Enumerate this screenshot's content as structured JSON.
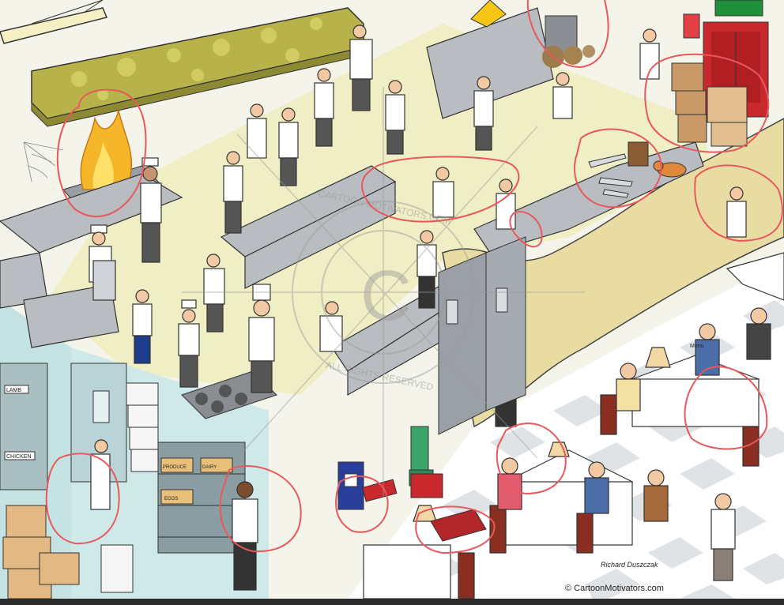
{
  "signs": {
    "wet_floor": "",
    "fire_exit": "",
    "lamb_label": "LAMB",
    "chicken_label": "CHICKEN",
    "fridge_label_1": "PRODUCE",
    "fridge_label_2": "DAIRY",
    "fridge_label_3": "EGGS",
    "menu_label": "Menu"
  },
  "watermark": {
    "ring_text_top": "CARTOON MOTIVATORS.COM",
    "ring_text_bottom": "ALL RIGHTS RESERVED",
    "center_letter": "C"
  },
  "credits": {
    "signature": "Richard Duszczak",
    "copyright": "© CartoonMotivators.com"
  },
  "colors": {
    "floor_kitchen": "#efeec4",
    "floor_dining_a": "#ffffff",
    "floor_dining_b": "#dfe3e6",
    "steel": "#b9bcc0",
    "wall_tile": "#c6e3e4",
    "highlight_circle": "#e9585c",
    "hood_mold": "#b8b24a",
    "fire": "#f5b629",
    "exit_green": "#1f8f3a",
    "door_red": "#c9282d"
  }
}
